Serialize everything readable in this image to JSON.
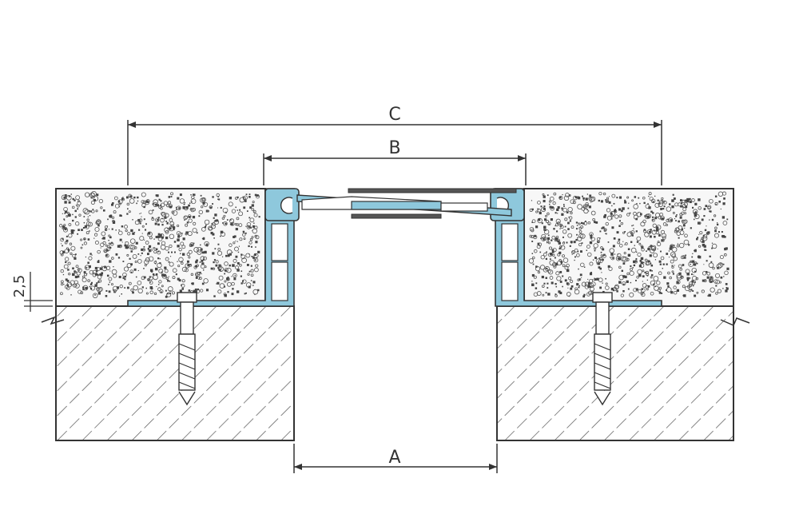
{
  "diagram": {
    "labels": {
      "c": "C",
      "b": "B",
      "a": "A",
      "offset": "2,5"
    },
    "colors": {
      "profile": "#8ec8dc",
      "line": "#333333",
      "background": "#ffffff"
    }
  }
}
